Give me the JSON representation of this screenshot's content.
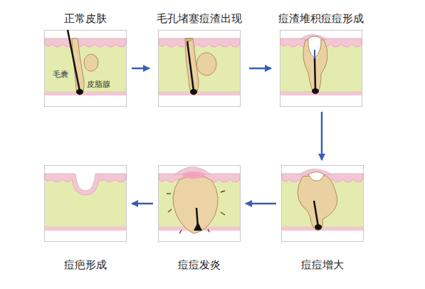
{
  "diagram": {
    "nodes": [
      {
        "text": [
          "正常皮肤"
        ]
      },
      {
        "text": [
          "毛孔堵塞痘渣出现"
        ]
      },
      {
        "text": [
          "痘渣堆积痘痘形成"
        ]
      },
      {
        "text": [
          "痘痘增大"
        ]
      },
      {
        "text": [
          "痘痘发炎"
        ]
      },
      {
        "text": [
          "痘疤形成"
        ]
      }
    ],
    "edges": [
      {
        "from": 0,
        "to": 1,
        "arrow": "to"
      },
      {
        "from": 1,
        "to": 2,
        "arrow": "to"
      },
      {
        "from": 2,
        "to": 3,
        "arrow": "to"
      },
      {
        "from": 3,
        "to": 4,
        "arrow": "to"
      },
      {
        "from": 4,
        "to": 5,
        "arrow": "to"
      }
    ],
    "labels": [
      "毛囊",
      "皮脂腺"
    ]
  }
}
